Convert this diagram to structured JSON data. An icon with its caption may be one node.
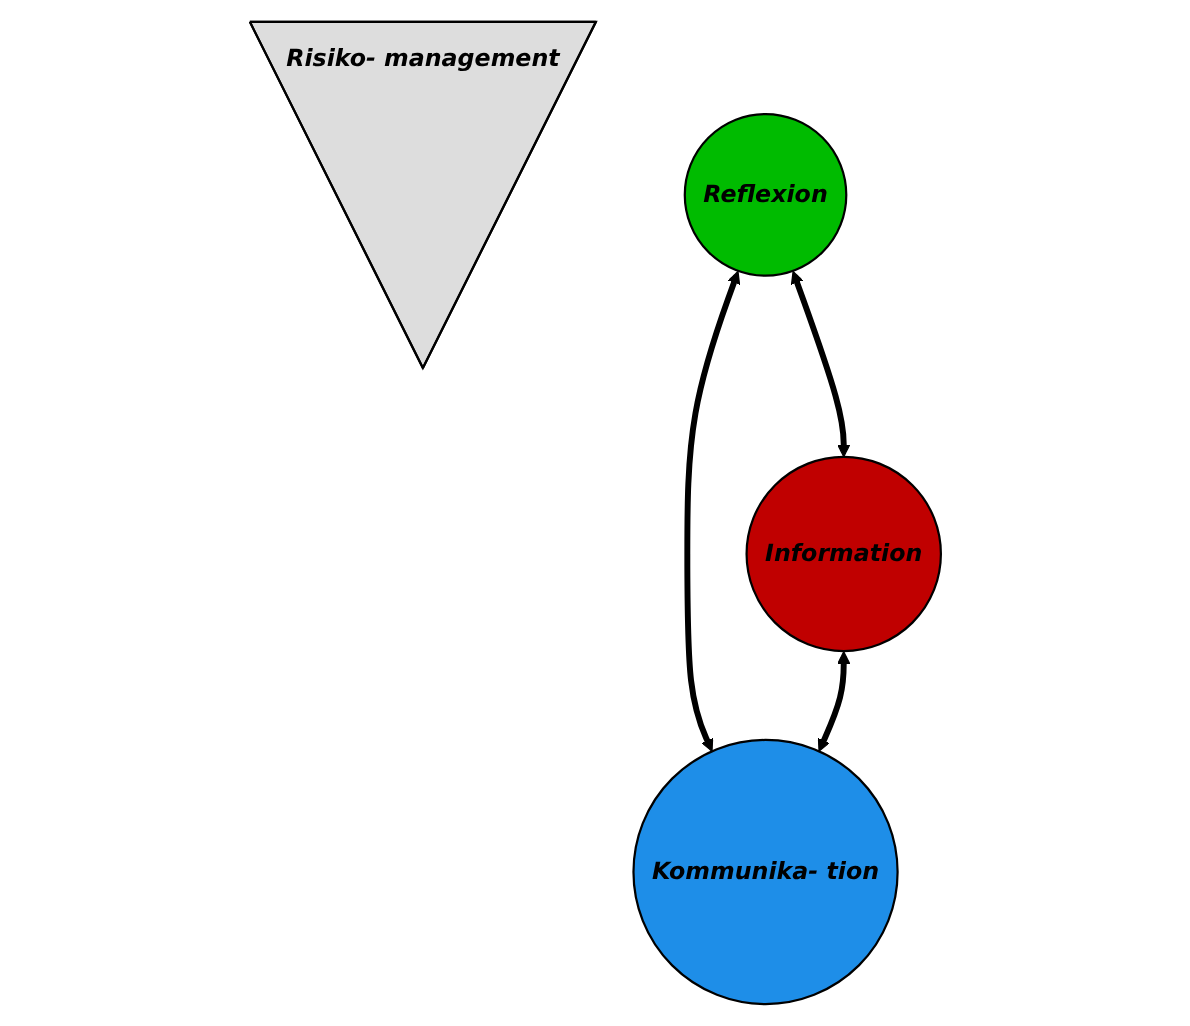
{
  "diagram": {
    "nodes": [
      {
        "text": [
          "Risiko- management"
        ]
      },
      {
        "text": [
          "Reflexion"
        ]
      },
      {
        "text": [
          "Kommunika- tion"
        ]
      },
      {
        "text": [
          "Information"
        ]
      }
    ],
    "edges": [
      {
        "from": 1,
        "to": 2,
        "arrow": "both"
      },
      {
        "from": 1,
        "to": 3,
        "arrow": "both"
      },
      {
        "from": 3,
        "to": 2,
        "arrow": "both"
      }
    ]
  }
}
